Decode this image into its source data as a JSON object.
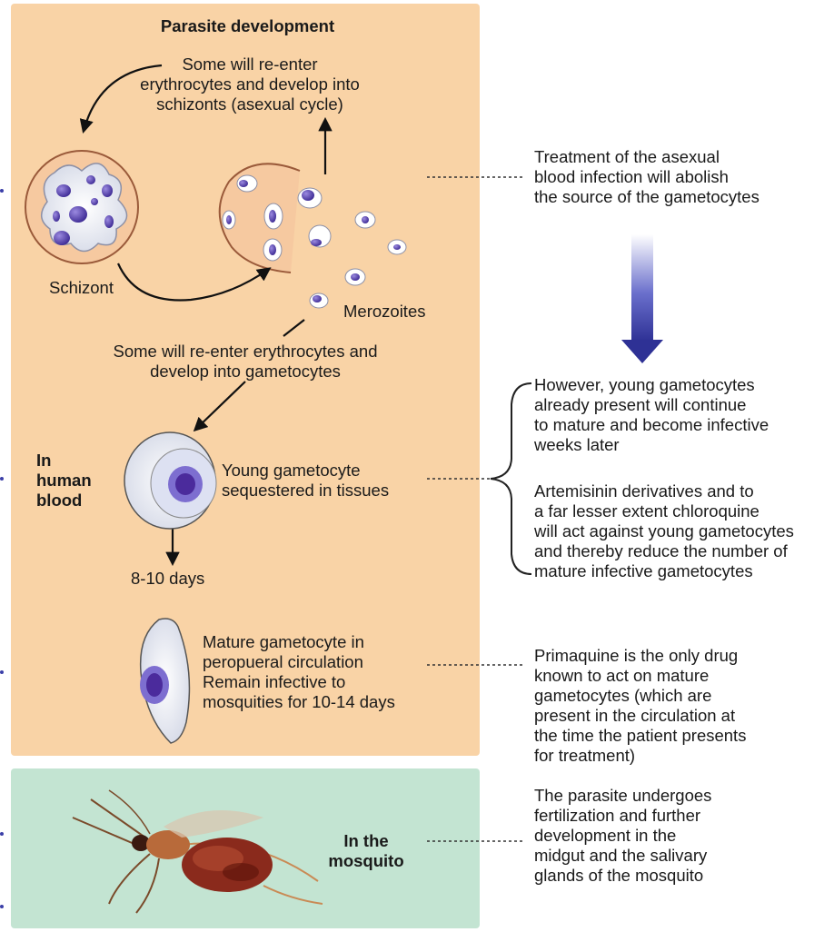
{
  "title": "Parasite development",
  "cycle": {
    "asexual_note": "Some will re-enter\nerythrocytes and develop into\nschizonts (asexual cycle)",
    "schizont_label": "Schizont",
    "merozoites_label": "Merozoites",
    "gametocyte_note": "Some will re-enter erythrocytes and\ndevelop into gametocytes"
  },
  "human_blood": {
    "label": "In\nhuman\nblood",
    "young_gametocyte": "Young gametocyte\nsequestered in tissues",
    "duration": "8-10 days",
    "mature_gametocyte": "Mature gametocyte in\nperopueral circulation\nRemain infective to\nmosquities for 10-14 days"
  },
  "mosquito": {
    "label": "In the\nmosquito"
  },
  "notes": {
    "asexual_treatment": "Treatment of the asexual\nblood infection will abolish\nthe source of the gametocytes",
    "young_continue": "However, young gametocytes\nalready present will continue\nto mature and become infective\nweeks later",
    "artemisinin": "Artemisinin derivatives and to\na far lesser extent chloroquine\nwill act against young gametocytes\nand thereby reduce the number of\nmature infective gametocytes",
    "primaquine": "Primaquine is the only drug\nknown to act on mature\ngametocytes (which are\npresent in the circulation at\nthe time the patient presents\nfor treatment)",
    "mosquito_stage": "The parasite undergoes\nfertilization and further\ndevelopment in the\nmidgut and the salivary\nglands of the mosquito"
  },
  "colors": {
    "blood_panel": "#f9d3a6",
    "mosquito_panel": "#c3e4d2",
    "parasite_purple": "#5a3ea8",
    "arrow_blue": "#3b3fa8"
  }
}
